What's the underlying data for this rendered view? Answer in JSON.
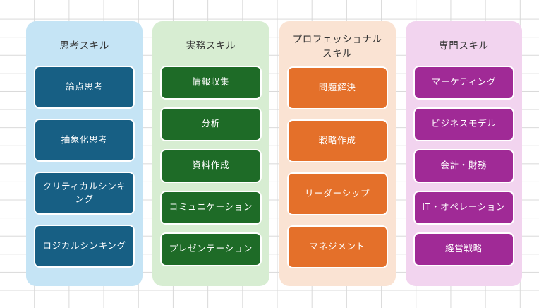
{
  "diagram": {
    "background": {
      "grid_color": "#d9d9d9",
      "page_color": "#ffffff"
    },
    "columns": [
      {
        "id": "thinking-skills",
        "title": "思考スキル",
        "panel_color": "#c5e4f5",
        "card_color": "#175f84",
        "card_text_color": "#ffffff",
        "cards": [
          {
            "label": "論点思考"
          },
          {
            "label": "抽象化思考"
          },
          {
            "label": "クリティカルシンキング"
          },
          {
            "label": "ロジカルシンキング"
          }
        ]
      },
      {
        "id": "practical-skills",
        "title": "実務スキル",
        "panel_color": "#d7edd2",
        "card_color": "#1e6b27",
        "card_text_color": "#ffffff",
        "cards": [
          {
            "label": "情報収集"
          },
          {
            "label": "分析"
          },
          {
            "label": "資料作成"
          },
          {
            "label": "コミュニケーション"
          },
          {
            "label": "プレゼンテーション"
          }
        ]
      },
      {
        "id": "professional-skills",
        "title": "プロフェッショナルスキル",
        "panel_color": "#fae3d3",
        "card_color": "#e4702a",
        "card_text_color": "#ffffff",
        "cards": [
          {
            "label": "問題解決"
          },
          {
            "label": "戦略作成"
          },
          {
            "label": "リーダーシップ"
          },
          {
            "label": "マネジメント"
          }
        ]
      },
      {
        "id": "specialist-skills",
        "title": "専門スキル",
        "panel_color": "#f2d4ef",
        "card_color": "#a02a96",
        "card_text_color": "#ffffff",
        "cards": [
          {
            "label": "マーケティング"
          },
          {
            "label": "ビジネスモデル"
          },
          {
            "label": "会計・財務"
          },
          {
            "label": "IT・オペレーション"
          },
          {
            "label": "経営戦略"
          }
        ]
      }
    ]
  }
}
